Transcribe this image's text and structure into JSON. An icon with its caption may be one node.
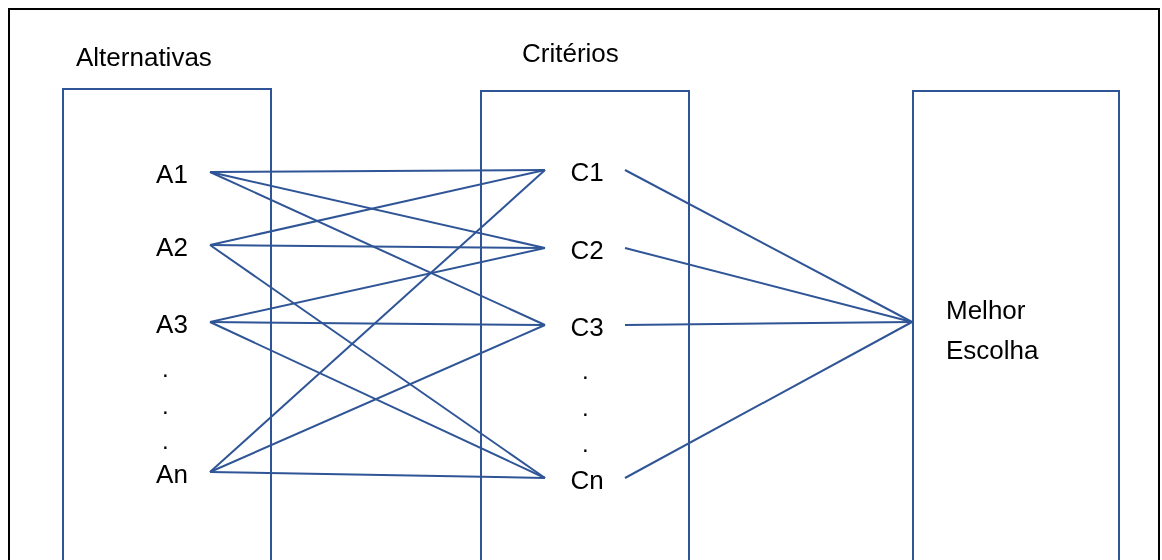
{
  "diagram": {
    "nodes": [
      {
        "text": [
          "Alternativas"
        ]
      },
      {
        "text": [
          "A1"
        ],
        "in": 0
      },
      {
        "text": [
          "A2"
        ],
        "in": 0
      },
      {
        "text": [
          "A3"
        ],
        "in": 0
      },
      {
        "text": [
          "An"
        ],
        "in": 0
      },
      {
        "text": [
          "Critérios"
        ]
      },
      {
        "text": [
          "C1"
        ],
        "in": 5
      },
      {
        "text": [
          "C2"
        ],
        "in": 5
      },
      {
        "text": [
          "C3"
        ],
        "in": 5
      },
      {
        "text": [
          "Cn"
        ],
        "in": 5
      },
      {
        "text": [
          "Melhor Escolha"
        ]
      }
    ],
    "edges": [
      {
        "from": 1,
        "to": 6,
        "arrow": "none"
      },
      {
        "from": 1,
        "to": 7,
        "arrow": "none"
      },
      {
        "from": 1,
        "to": 8,
        "arrow": "none"
      },
      {
        "from": 2,
        "to": 6,
        "arrow": "none"
      },
      {
        "from": 2,
        "to": 7,
        "arrow": "none"
      },
      {
        "from": 2,
        "to": 9,
        "arrow": "none"
      },
      {
        "from": 3,
        "to": 7,
        "arrow": "none"
      },
      {
        "from": 3,
        "to": 8,
        "arrow": "none"
      },
      {
        "from": 3,
        "to": 9,
        "arrow": "none"
      },
      {
        "from": 4,
        "to": 6,
        "arrow": "none"
      },
      {
        "from": 4,
        "to": 8,
        "arrow": "none"
      },
      {
        "from": 4,
        "to": 9,
        "arrow": "none"
      },
      {
        "from": 6,
        "to": 10,
        "arrow": "none"
      },
      {
        "from": 7,
        "to": 10,
        "arrow": "none"
      },
      {
        "from": 8,
        "to": 10,
        "arrow": "none"
      },
      {
        "from": 9,
        "to": 10,
        "arrow": "none"
      }
    ],
    "labels": [
      ".",
      ".",
      ".",
      ".",
      ".",
      "."
    ]
  }
}
